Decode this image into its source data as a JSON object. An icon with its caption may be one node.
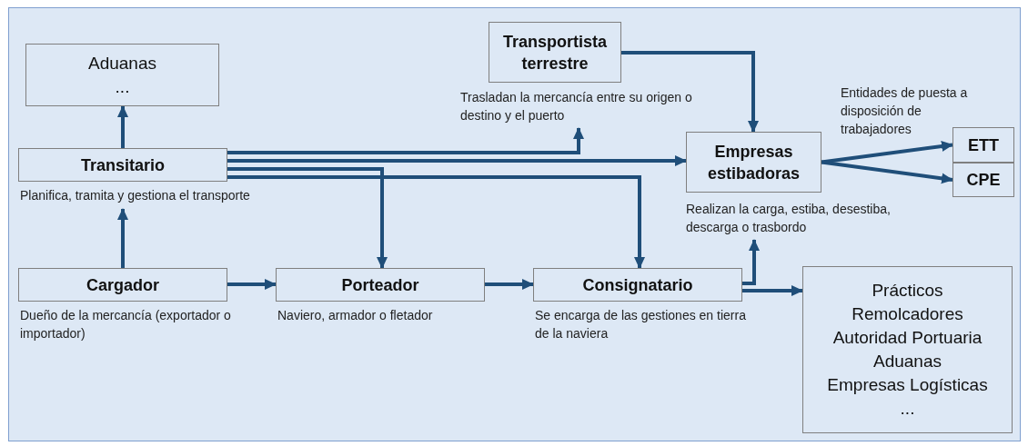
{
  "diagram": {
    "nodes": [
      {
        "text": [
          "Aduanas",
          "..."
        ]
      },
      {
        "text": [
          "Transitario"
        ],
        "beside": [
          "Planifica, tramita y gestiona el transporte"
        ]
      },
      {
        "text": [
          "Transportista terrestre"
        ]
      },
      {
        "text": [
          "Trasladan la mercancía entre su origen o destino y el puerto"
        ]
      },
      {
        "text": [
          "Empresas estibadoras"
        ]
      },
      {
        "text": [
          "Realizan la carga, estiba, desestiba, descarga o trasbordo"
        ]
      },
      {
        "text": [
          "ETT"
        ]
      },
      {
        "text": [
          "CPE"
        ]
      },
      {
        "text": [
          "Cargador"
        ],
        "beside": [
          "Dueño de la mercancía (exportador o importador)"
        ]
      },
      {
        "text": [
          "Porteador"
        ],
        "beside": [
          "Naviero, armador o fletador"
        ]
      },
      {
        "text": [
          "Consignatario"
        ],
        "beside": [
          "Se encarga de las gestiones en tierra de la naviera"
        ]
      },
      {
        "text": [
          "Prácticos",
          "Remolcadores",
          "Autoridad Portuaria",
          "Aduanas",
          "Empresas Logísticas",
          "..."
        ]
      }
    ],
    "edges": [
      {
        "from": 1,
        "to": 0,
        "arrow": "to"
      },
      {
        "from": 1,
        "to": 3,
        "arrow": "to"
      },
      {
        "from": 1,
        "to": 4,
        "arrow": "to"
      },
      {
        "from": 1,
        "to": 9,
        "arrow": "to"
      },
      {
        "from": 1,
        "to": 10,
        "arrow": "to"
      },
      {
        "from": 2,
        "to": 4,
        "arrow": "to"
      },
      {
        "from": 4,
        "to": 6,
        "arrow": "to"
      },
      {
        "from": 4,
        "to": 7,
        "arrow": "to"
      },
      {
        "from": 8,
        "to": 1,
        "arrow": "to"
      },
      {
        "from": 8,
        "to": 9,
        "arrow": "to"
      },
      {
        "from": 9,
        "to": 10,
        "arrow": "to"
      },
      {
        "from": 10,
        "to": 5,
        "arrow": "to"
      },
      {
        "from": 10,
        "to": 11,
        "arrow": "to"
      }
    ],
    "labels": [
      "Entidades de puesta a disposición de trabajadores"
    ]
  }
}
